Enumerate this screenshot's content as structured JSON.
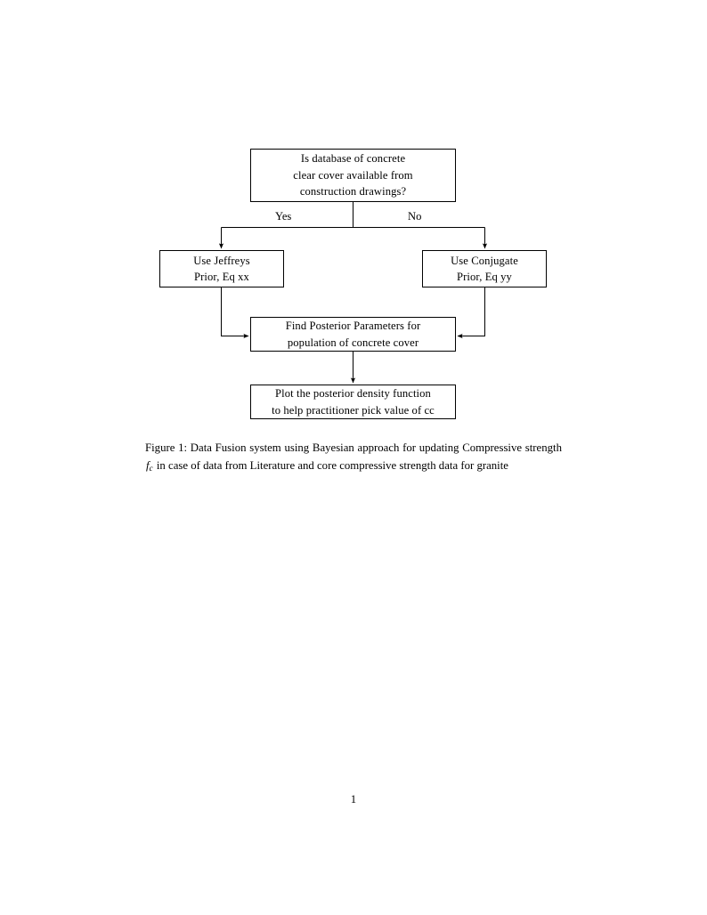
{
  "document": {
    "page_number": "1"
  },
  "figure": {
    "nodes": [
      {
        "id": "question",
        "name": "decision-database-available",
        "lines": [
          "Is database of concrete",
          "clear cover available from",
          "construction drawings?"
        ]
      },
      {
        "id": "jeffreys",
        "name": "process-use-jeffreys-prior",
        "lines": [
          "Use Jeffreys",
          "Prior, Eq xx"
        ]
      },
      {
        "id": "conjugate",
        "name": "process-use-conjugate-prior",
        "lines": [
          "Use Conjugate",
          "Prior, Eq yy"
        ]
      },
      {
        "id": "posterior",
        "name": "process-find-posterior-parameters",
        "lines": [
          "Find Posterior Parameters for",
          "population of concrete cover"
        ]
      },
      {
        "id": "plot",
        "name": "process-plot-posterior-density",
        "lines": [
          "Plot the posterior density function",
          "to help practitioner pick value of cc"
        ]
      }
    ],
    "edge_labels": {
      "yes": "Yes",
      "no": "No"
    },
    "line_color": "#000000"
  },
  "caption": {
    "label": "Figure 1:",
    "text_before_math": "Data Fusion system using Bayesian approach for updating Compressive strength",
    "math_symbol": "f",
    "math_subscript": "c",
    "text_after_math": "in case of data from Literature and core compressive strength data for granite"
  }
}
